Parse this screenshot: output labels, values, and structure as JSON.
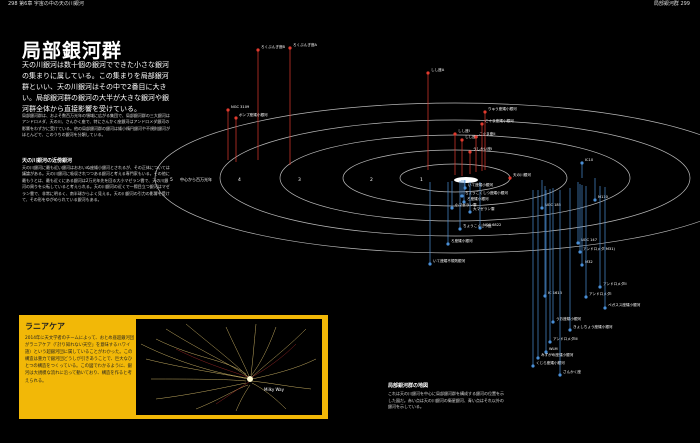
{
  "header": {
    "left": "298 第6章 宇宙の中の天の川銀河",
    "right": "局部銀河群 299"
  },
  "title": "局部銀河群",
  "lead": "天の川銀河は数十個の銀河でできた小さな銀河の集まりに属している。この集まりを局部銀河群といい、天の川銀河はその中で2番目に大きい。局部銀河群の銀河の大半が大きな銀河や銀河群全体から直接影響を受けている。",
  "body": "局部銀河群は、およそ数百万光年の領域に広がる集団で、局部銀河群の三大銀河はアンドロメダ、天の川、さんかく座で、特にさんかく座銀河はアンドロメダ銀河の影響をわずかに受けている。他の局部銀河群の銀河は矮小楕円銀河や不規則銀河がほとんどで、このうちの銀河を分類している。",
  "subhead": "天の川銀河の近傍銀河",
  "body2": "天の川銀河に最も近い銀河はおおいぬ座矮小銀河とされるが、その正体については議論がある。天の川銀河に吸収されつつある銀河と考える専門家もいる。その他に最もうとは、最も近くにある銀河は2万光年先を回る大小マゼラン雲で、天の川銀河の周りを公転していると考えられる。天の川銀河の近くで一際目立つ銀河はマゼラン雲で、非常に明るく、南半球からよく見える。天の川銀河の引力の影響を受けて、その形をゆがめられている銀河もある。",
  "box": {
    "title": "ラニアケア",
    "text": "2014年に天文学者のチームによって、おとめ座超銀河団がラニアケア（「計り知れない天空」を意味するハワイ語）という超銀河団に属していることがわかった。この構造は重力で銀河団どうしが引きあうことで、巨大なひとつの構造をつくっている。この図でわかるように、銀河は大規模な流れに沿って動いており、構造を作ると考えられる。",
    "image_label": "Milky Way"
  },
  "caption": {
    "head": "局部銀河群の地図",
    "text": "これは天の川銀河を中心に局部銀河群を構成する銀河の位置を示した図だ。赤い点は天の川銀河の衛星銀河、青い点はそれ以外の銀河を示している。"
  },
  "scale": {
    "labels": [
      "5",
      "中心から百万光年",
      "4",
      "3",
      "2",
      "1"
    ]
  },
  "galaxies_red": [
    {
      "name": "ろくぶんぎ座B"
    },
    {
      "name": "ろくぶんぎ座A"
    },
    {
      "name": "しし座A"
    },
    {
      "name": "NGC 3109"
    },
    {
      "name": "ポンプ座矮小銀河"
    },
    {
      "name": "しし座I"
    },
    {
      "name": "しし座II"
    },
    {
      "name": "りゅう座矮小銀河"
    },
    {
      "name": "こぐま座矮小銀河"
    },
    {
      "name": "こぐま座II"
    },
    {
      "name": "うしかい座I"
    },
    {
      "name": "天の川銀河"
    }
  ],
  "galaxies_blue": [
    {
      "name": "いて座矮小銀河"
    },
    {
      "name": "ちょうこくしつ座矮小銀河"
    },
    {
      "name": "ろ座矮小銀河"
    },
    {
      "name": "小マゼラン雲"
    },
    {
      "name": "大マゼラン雲"
    },
    {
      "name": "NGC 6822"
    },
    {
      "name": "ちょうこくしつ座"
    },
    {
      "name": "ろ座矮小銀河"
    },
    {
      "name": "IC10"
    },
    {
      "name": "M110"
    },
    {
      "name": "NGC 185"
    },
    {
      "name": "NGC 147"
    },
    {
      "name": "アンドロメダ(M31)"
    },
    {
      "name": "M32"
    },
    {
      "name": "アンドロメダII"
    },
    {
      "name": "アンドロメダI"
    },
    {
      "name": "IC 1613"
    },
    {
      "name": "うお座矮小銀河"
    },
    {
      "name": "いて座矮不規則銀河"
    },
    {
      "name": "アンドロメダIII"
    },
    {
      "name": "ペガスス座矮小銀河"
    },
    {
      "name": "くじら座矮小銀河"
    },
    {
      "name": "WLM"
    },
    {
      "name": "みずがめ座矮小銀河"
    },
    {
      "name": "さんかく座"
    },
    {
      "name": "きょしちょう座矮小銀河"
    }
  ]
}
